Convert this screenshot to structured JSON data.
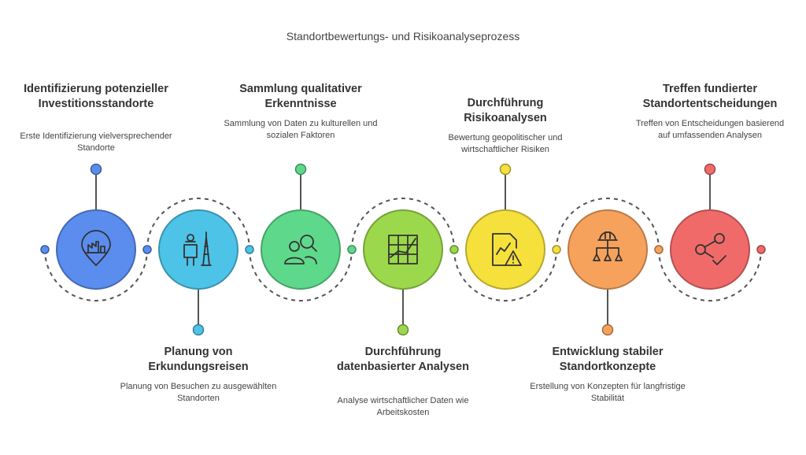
{
  "title": "Standortbewertungs- und Risikoanalyseprozess",
  "steps": [
    {
      "title": "Identifizierung potenzieller Investitionsstandorte",
      "desc": "Erste Identifizierung vielversprechender Standorte",
      "color": "#5b8def",
      "icon": "factory-location-icon"
    },
    {
      "title": "Planung von Erkundungsreisen",
      "desc": "Planung von Besuchen zu ausgewählten Standorten",
      "color": "#4ec3e8",
      "icon": "traveler-eiffel-icon"
    },
    {
      "title": "Sammlung qualitativer Erkenntnisse",
      "desc": "Sammlung von Daten zu kulturellen und sozialen Faktoren",
      "color": "#5ed88a",
      "icon": "people-search-icon"
    },
    {
      "title": "Durchführung datenbasierter Analysen",
      "desc": "Analyse wirtschaftlicher Daten wie Arbeitskosten",
      "color": "#9cd84b",
      "icon": "spreadsheet-chart-icon"
    },
    {
      "title": "Durchführung Risikoanalysen",
      "desc": "Bewertung geopolitischer und wirtschaftlicher Risiken",
      "color": "#f5e03c",
      "icon": "risk-document-icon"
    },
    {
      "title": "Entwicklung stabiler Standortkonzepte",
      "desc": "Erstellung von Konzepten für langfristige Stabilität",
      "color": "#f7a25c",
      "icon": "hardhat-hierarchy-icon"
    },
    {
      "title": "Treffen fundierter Standortentscheidungen",
      "desc": "Treffen von Entscheidungen basierend auf umfassenden Analysen",
      "color": "#f16a6a",
      "icon": "share-check-icon"
    }
  ]
}
